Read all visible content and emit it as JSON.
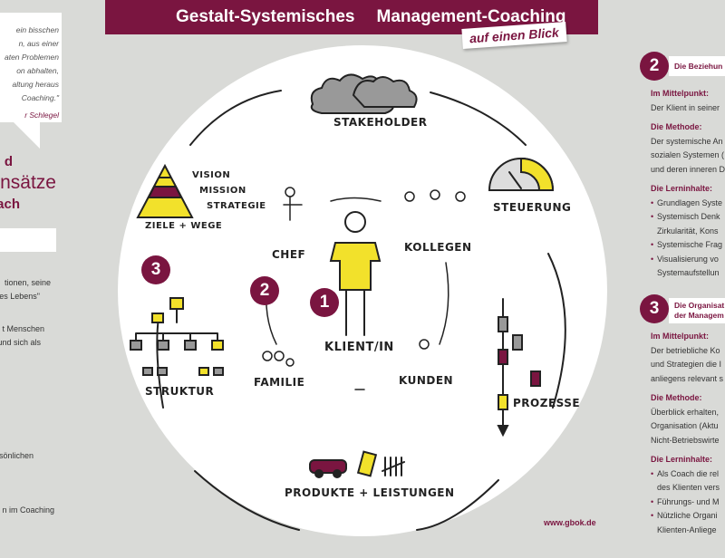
{
  "header": {
    "title_left": "Gestalt-Systemisches",
    "title_right": "Management-Coaching",
    "tag": "auf einen Blick"
  },
  "quote": {
    "lines": [
      "ein bisschen",
      "n, aus einer",
      "aten Problemen",
      "on abhalten,",
      "altung heraus",
      "Coaching.\""
    ],
    "author": "r Schlegel"
  },
  "left": {
    "heading": [
      "d",
      "Ansätze",
      "ach"
    ],
    "texts": [
      "tionen, seine",
      "es Lebens\"",
      "t Menschen",
      "und sich als",
      "sönlichen",
      "n im Coaching"
    ]
  },
  "diagram": {
    "stakeholder": "STAKEHOLDER",
    "steuerung": "STEUERUNG",
    "prozesse": "PROZESSE",
    "produkte": "PRODUKTE + LEISTUNGEN",
    "struktur": "STRUKTUR",
    "ziele": "ZIELE + WEGE",
    "vision": "VISION",
    "mission": "MISSION",
    "strategie": "STRATEGIE",
    "chef": "CHEF",
    "kollegen": "KOLLEGEN",
    "familie": "FAMILIE",
    "kunden": "KUNDEN",
    "klient": "KLIENT/IN",
    "n1": "1",
    "n2": "2",
    "n3": "3"
  },
  "right": {
    "s2": {
      "num": "2",
      "title": "Die Beziehun",
      "mittel_h": "Im Mittelpunkt:",
      "mittel": [
        "Der Klient in seiner"
      ],
      "methode_h": "Die Methode:",
      "methode": [
        "Der systemische An",
        "sozialen Systemen (",
        "und deren inneren D"
      ],
      "lern_h": "Die Lerninhalte:",
      "lern": [
        "Grundlagen Syste",
        "Systemisch Denk",
        "Zirkularität, Kons",
        "Systemische Frag",
        "Visualisierung vo",
        "Systemaufstellun"
      ]
    },
    "s3": {
      "num": "3",
      "title": [
        "Die Organisat",
        "der Managem"
      ],
      "mittel_h": "Im Mittelpunkt:",
      "mittel": [
        "Der betriebliche Ko",
        "und Strategien die I",
        "anliegens relevant s"
      ],
      "methode_h": "Die Methode:",
      "methode": [
        "Überblick erhalten,",
        "Organisation (Aktu",
        "Nicht-Betriebswirte"
      ],
      "lern_h": "Die Lerninhalte:",
      "lern": [
        "Als Coach die rel",
        "des Klienten vers",
        "Führungs- und M",
        "Nützliche Organi",
        "Klienten-Anliege"
      ]
    }
  },
  "footer": {
    "url": "www.gbok.de"
  },
  "colors": {
    "maroon": "#7a1540",
    "yellow": "#f2e12b",
    "gray": "#9a9a9a"
  }
}
